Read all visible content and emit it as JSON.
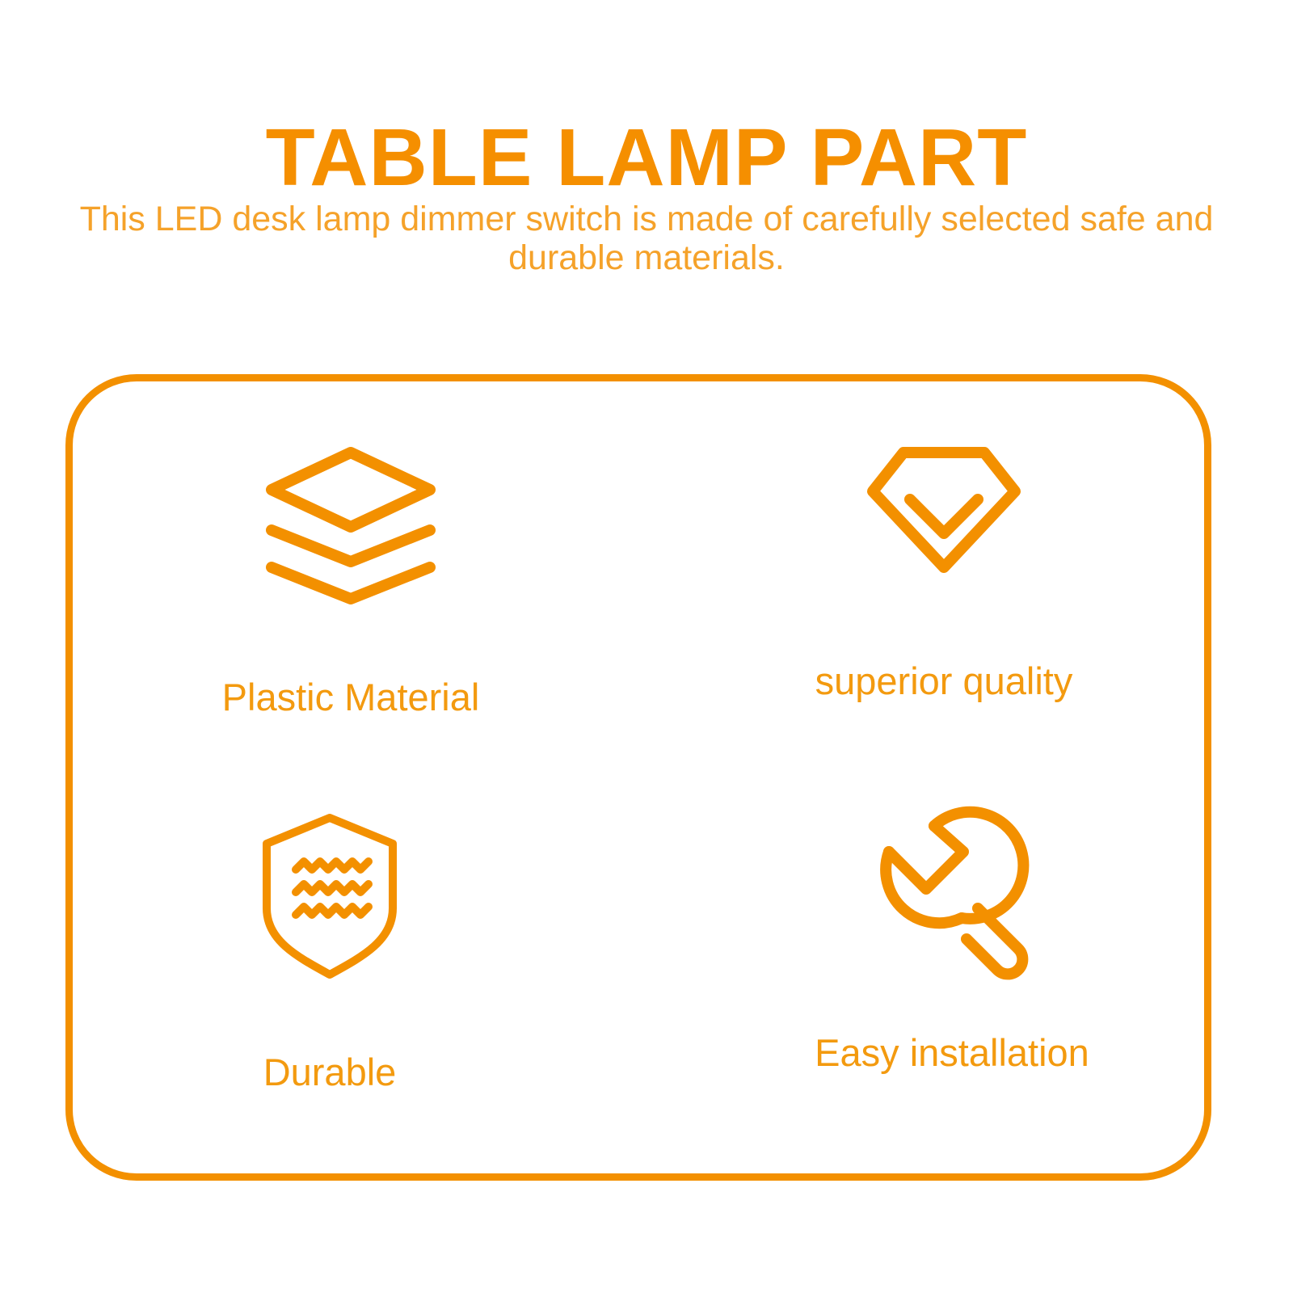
{
  "heading": {
    "title": "TABLE LAMP PART",
    "subtitle": "This LED desk lamp dimmer switch is made of carefully selected safe and durable materials."
  },
  "accent_color": "#f39000",
  "features": [
    {
      "label": "Plastic Material",
      "icon": "layers-icon"
    },
    {
      "label": "superior quality",
      "icon": "diamond-check-icon"
    },
    {
      "label": "Durable",
      "icon": "shield-waves-icon"
    },
    {
      "label": "Easy installation",
      "icon": "wrench-icon"
    }
  ]
}
